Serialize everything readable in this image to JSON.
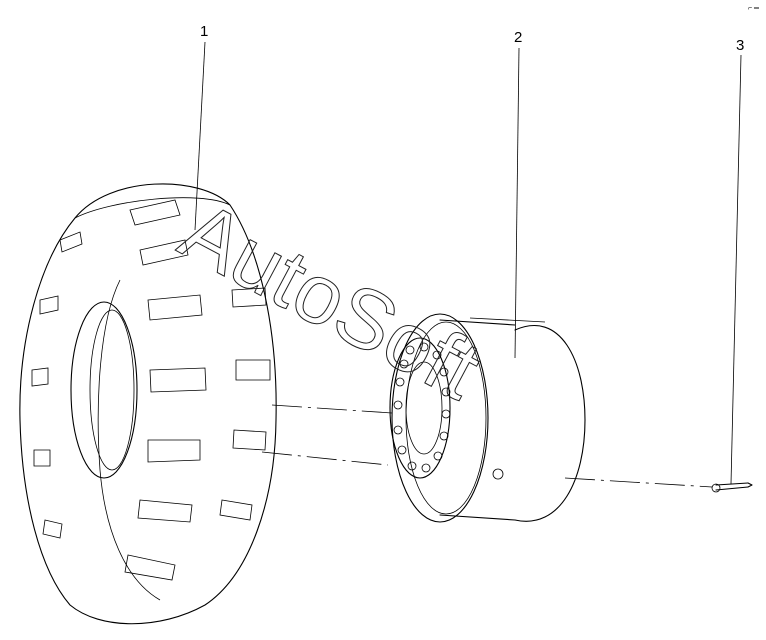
{
  "diagram": {
    "callouts": [
      {
        "id": "1",
        "label": "1"
      },
      {
        "id": "2",
        "label": "2"
      },
      {
        "id": "3",
        "label": "3"
      }
    ],
    "watermark": "AutoSoft",
    "corner_mark": "⌐ ═",
    "colors": {
      "line": "#000000",
      "background": "#ffffff"
    }
  }
}
